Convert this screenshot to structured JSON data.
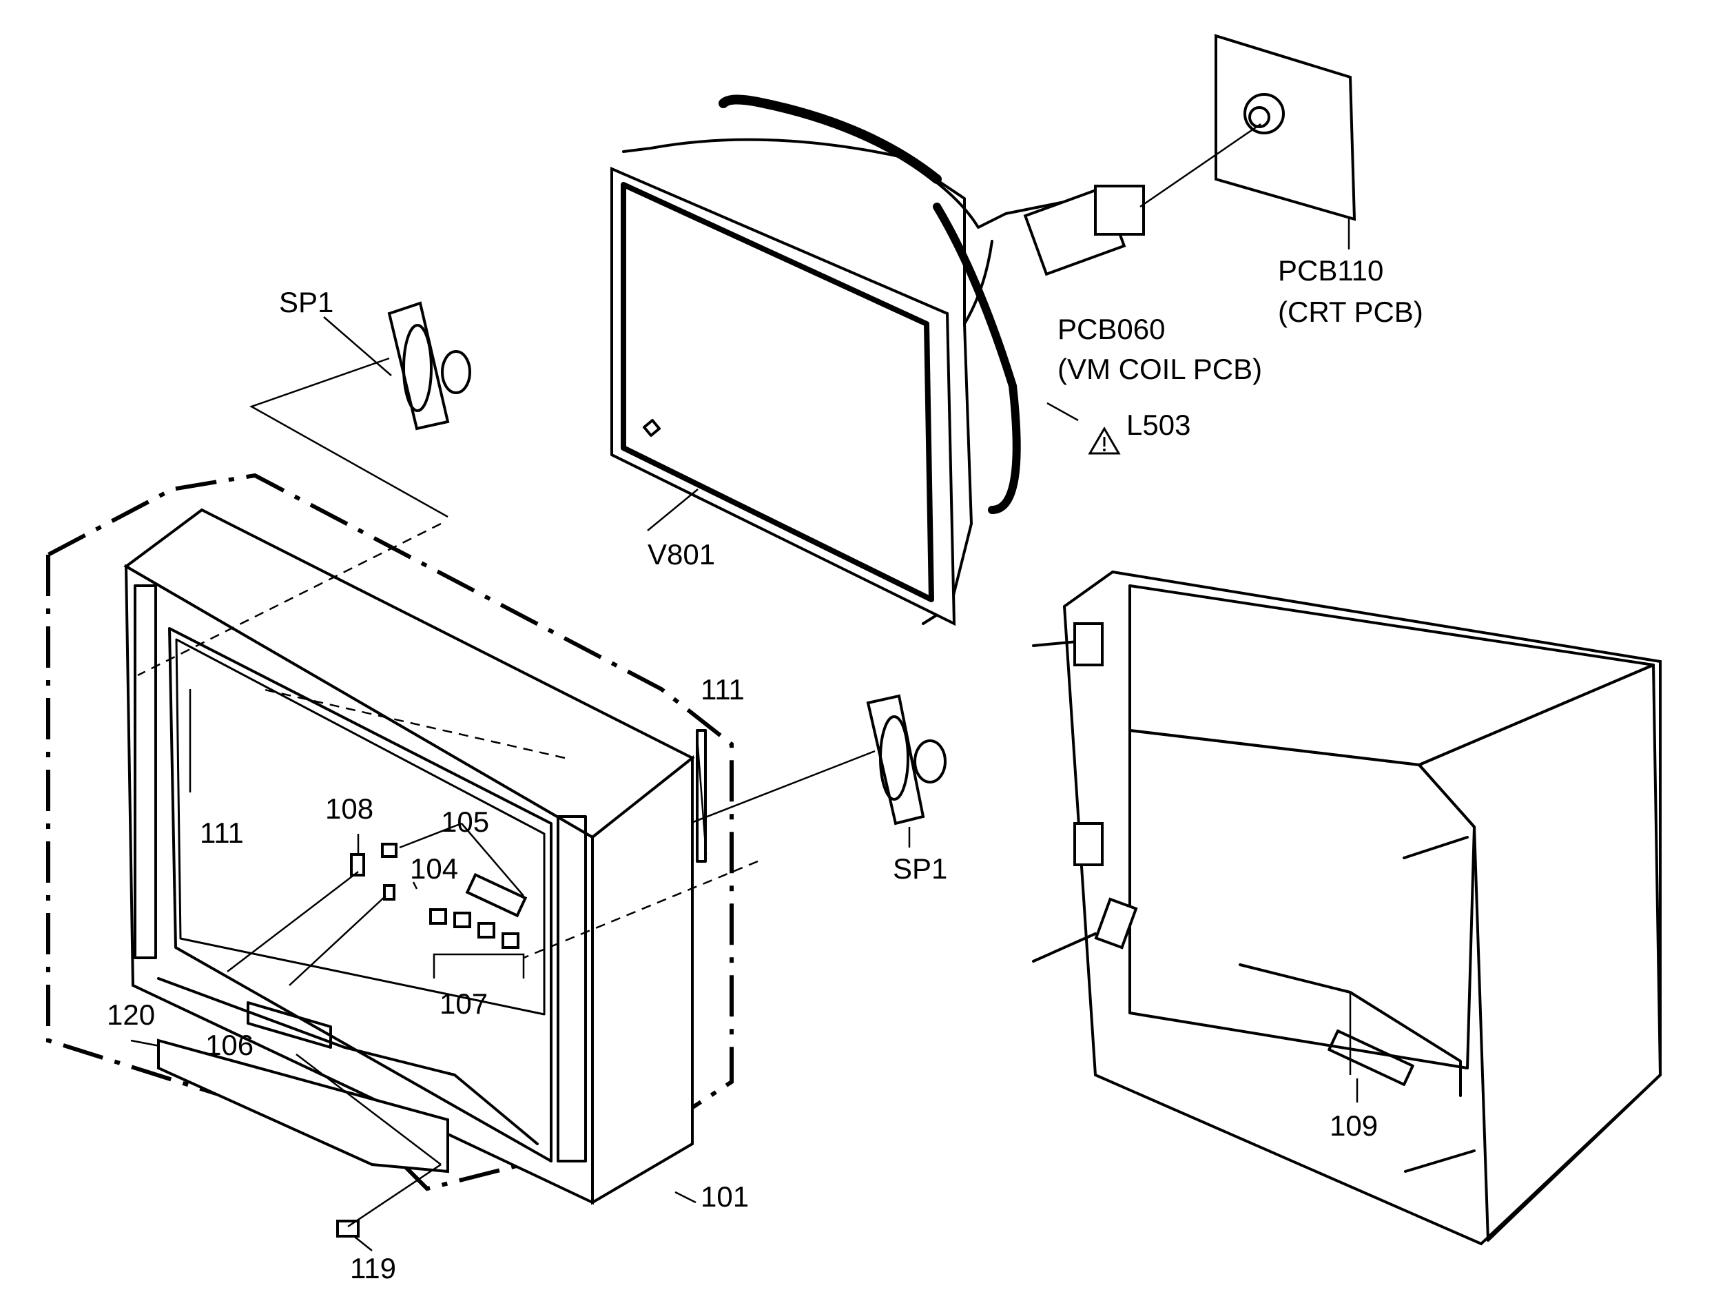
{
  "diagram": {
    "labels": {
      "sp1_top": "SP1",
      "sp1_right": "SP1",
      "pcb110_line1": "PCB110",
      "pcb110_line2": "(CRT PCB)",
      "pcb060_line1": "PCB060",
      "pcb060_line2": "(VM COIL PCB)",
      "l503": "L503",
      "v801": "V801",
      "p111_right": "111",
      "p111_left": "111",
      "p108": "108",
      "p105": "105",
      "p104": "104",
      "p107": "107",
      "p120": "120",
      "p106": "106",
      "p101": "101",
      "p119": "119",
      "p109": "109"
    },
    "icons": {
      "warning": "warning-triangle-icon"
    }
  }
}
